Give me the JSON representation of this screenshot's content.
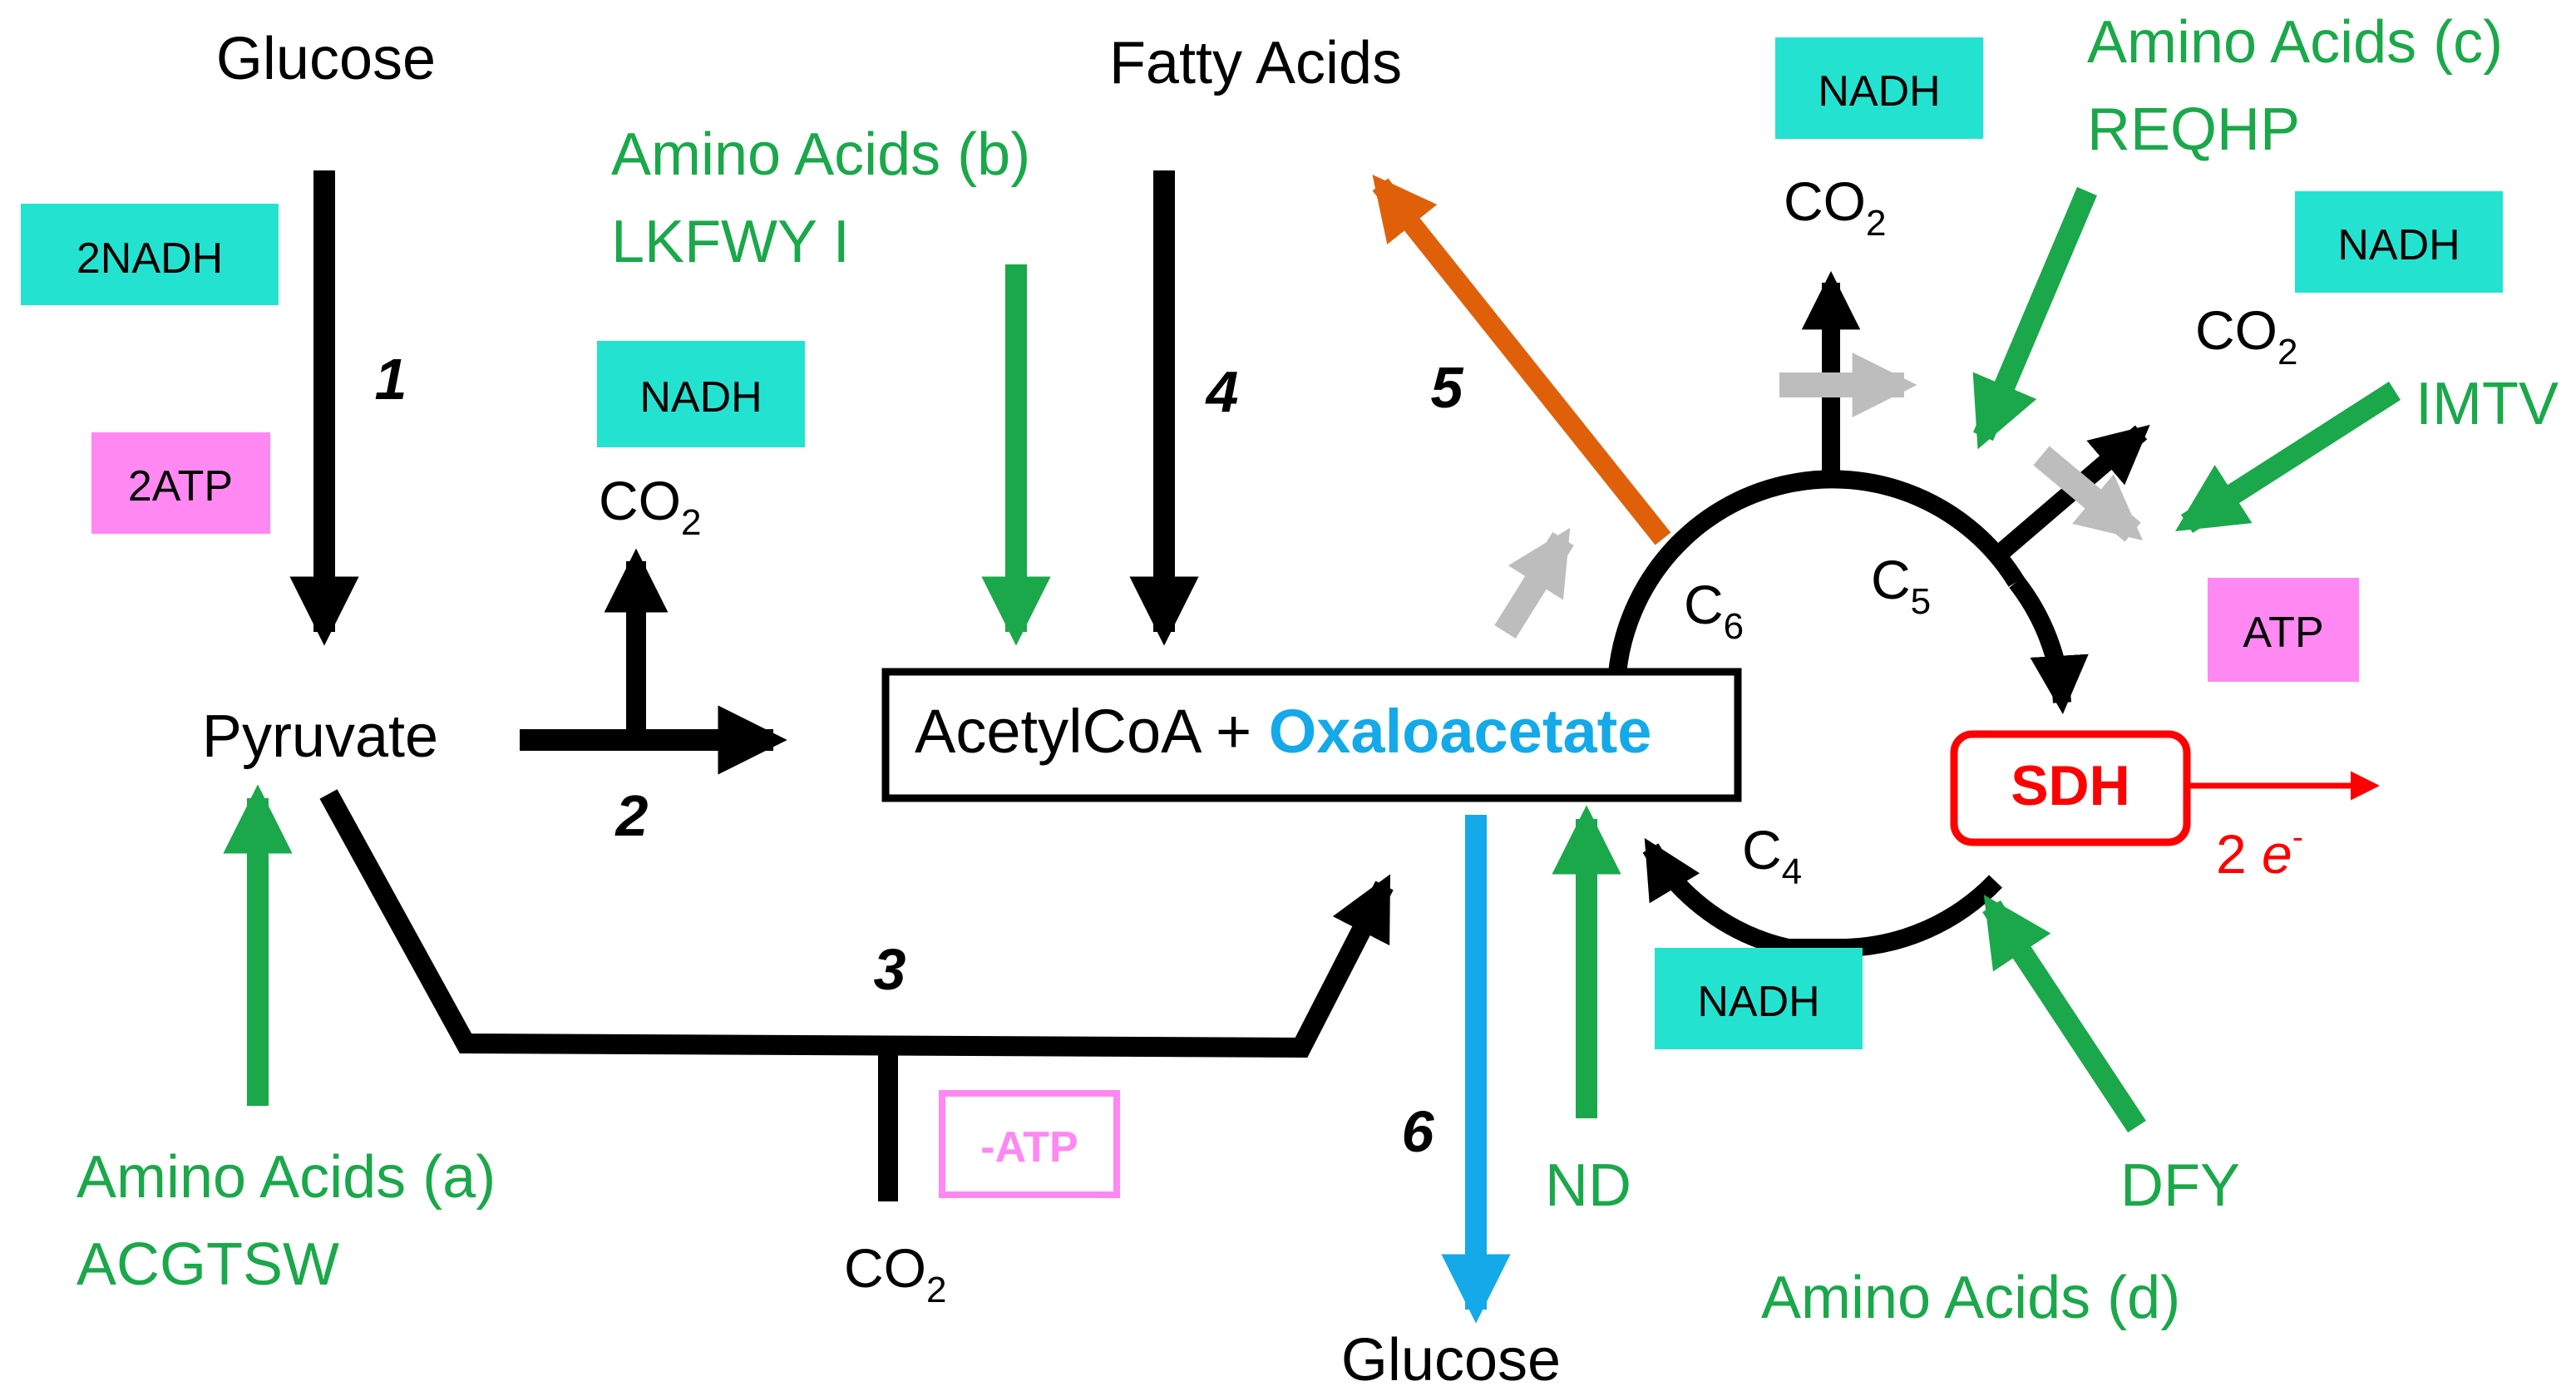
{
  "colors": {
    "black": "#000000",
    "green": "#1aa84a",
    "orange": "#e0600a",
    "blue": "#14a9e8",
    "grey": "#bdbdbd",
    "red": "#ff0000",
    "cyan_box": "#23e3d0",
    "pink_box": "#ff88f2",
    "pink_outline": "#ff88f2"
  },
  "nodes": {
    "glucose_top": "Glucose",
    "fatty_acids": "Fatty Acids",
    "pyruvate": "Pyruvate",
    "acetyl_prefix": "AcetylCoA + ",
    "oxaloacetate": "Oxaloacetate",
    "glucose_bottom": "Glucose",
    "sdh": "SDH",
    "electrons_prefix": "2 ",
    "electrons_e": "e",
    "electrons_sup": "-"
  },
  "amino_acids": {
    "a_title": "Amino Acids (a)",
    "a_codes": "ACGTSW",
    "b_title": "Amino Acids (b)",
    "b_codes": "LKFWY I",
    "c_title": "Amino Acids (c)",
    "c_codes": "REQHP",
    "c_codes2": "IMTV",
    "d_title": "Amino Acids (d)",
    "d_codes": "DFY",
    "nd": "ND"
  },
  "cofactors": {
    "nadh_2": "2NADH",
    "atp_2": "2ATP",
    "nadh_pyruvate": "NADH",
    "nadh_c6": "NADH",
    "nadh_c5": "NADH",
    "nadh_c4": "NADH",
    "atp_cycle": "ATP",
    "atp_minus": "-ATP"
  },
  "co2": {
    "main": "CO",
    "sub": "2"
  },
  "carbons": {
    "c6": "C",
    "c6_sub": "6",
    "c5": "C",
    "c5_sub": "5",
    "c4": "C",
    "c4_sub": "4"
  },
  "steps": {
    "s1": "1",
    "s2": "2",
    "s3": "3",
    "s4": "4",
    "s5": "5",
    "s6": "6"
  }
}
